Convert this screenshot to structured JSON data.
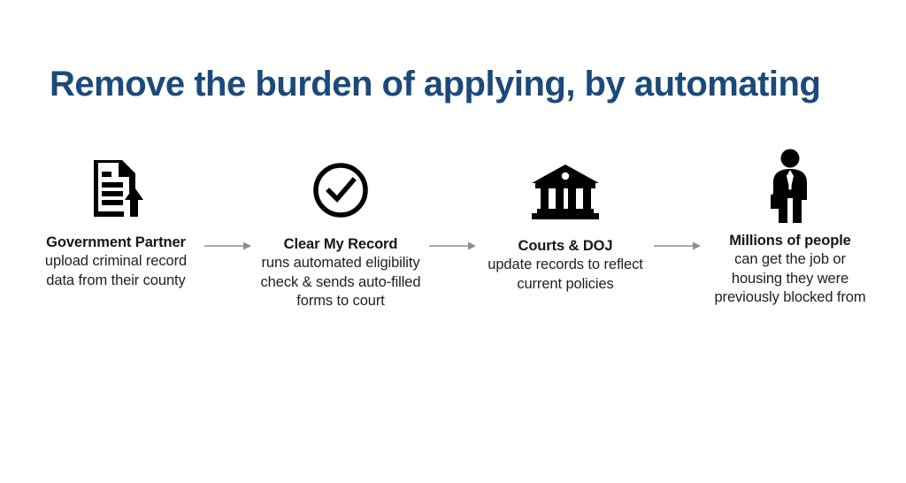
{
  "slide": {
    "title": "Remove the burden of applying, by automating",
    "title_color": "#1b4a7a",
    "background_color": "#ffffff",
    "body_text_color": "#1d1f24",
    "icon_color": "#000000",
    "arrow_color": "#8d8d8d"
  },
  "flow": {
    "steps": [
      {
        "icon": "document-upload-icon",
        "heading": "Government Partner",
        "body": "upload criminal record data from their county"
      },
      {
        "icon": "check-circle-icon",
        "heading": "Clear My Record",
        "body": "runs automated eligibility check & sends auto-filled forms to court"
      },
      {
        "icon": "courthouse-icon",
        "heading": "Courts & DOJ",
        "body": "update records to reflect current policies"
      },
      {
        "icon": "person-briefcase-icon",
        "heading": "Millions of people",
        "body": "can get the job or housing they were previously blocked from"
      }
    ],
    "connectors": [
      {
        "icon": "arrow-right-icon"
      },
      {
        "icon": "arrow-right-icon"
      },
      {
        "icon": "arrow-right-icon"
      }
    ]
  }
}
